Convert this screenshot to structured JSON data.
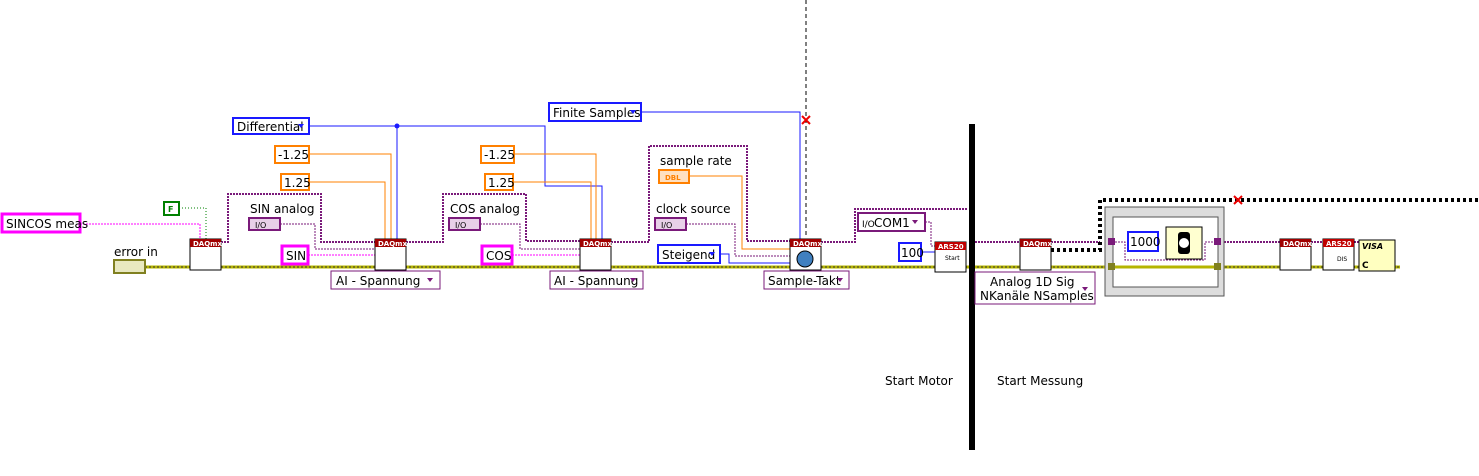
{
  "colors": {
    "error_wire": "#b5b500",
    "task_wire": "#7a1a7a",
    "enum_wire": "#1a1aff",
    "numeric_wire": "#ff8000",
    "string_wire": "#ff00ff",
    "bool_wire": "#008000",
    "node_header": "#a00000"
  },
  "inputs": {
    "sincos_name": "SINCOS meas",
    "bool_const": "F",
    "error_in_label": "error in",
    "terminal_config": "Differential",
    "sin_min": "-1.25",
    "sin_max": "1.25",
    "cos_min": "-1.25",
    "cos_max": "1.25",
    "sin_label": "SIN analog",
    "sin_io": "I/O",
    "sin_name": "SIN",
    "cos_label": "COS analog",
    "cos_io": "I/O",
    "cos_name": "COS",
    "sample_mode": "Finite Samples",
    "sample_rate_label": "sample rate",
    "sample_rate_type": "DBL",
    "clock_source_label": "clock source",
    "clock_io": "I/O",
    "active_edge": "Steigend",
    "com_port": "COM1",
    "motor_value": "100",
    "wait_ms": "1000"
  },
  "nodes": {
    "daqmx": "DAQmx",
    "ars20": "ARS20",
    "start": "Start",
    "dis": "DIS",
    "visa": "VISA",
    "visa_c": "C",
    "create_channel_1": "AI - Spannung",
    "create_channel_2": "AI - Spannung",
    "timing": "Sample-Takt",
    "read_line1": "Analog 1D Sig",
    "read_line2": "NKanäle NSamples"
  },
  "labels": {
    "start_motor": "Start Motor",
    "start_measurement": "Start Messung"
  }
}
